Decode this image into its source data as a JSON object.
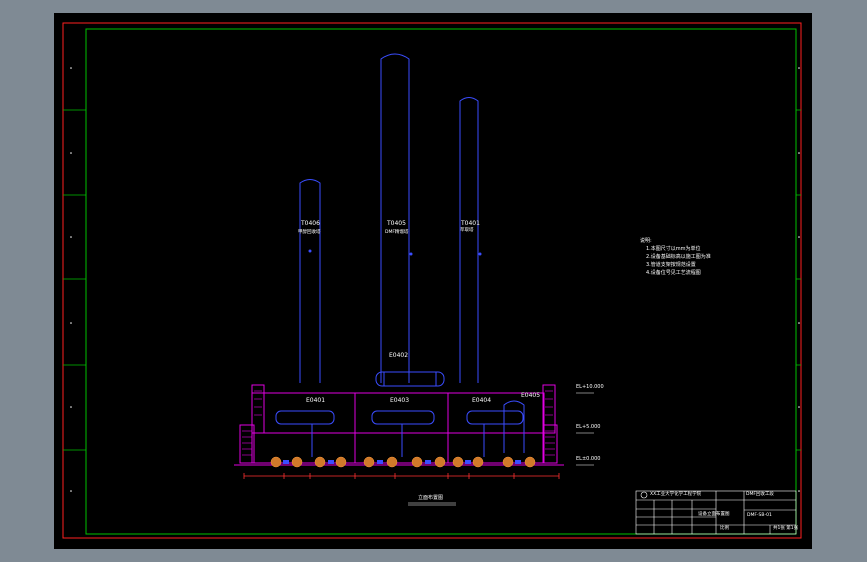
{
  "drawing": {
    "towers": [
      {
        "tag": "T0406",
        "desc": "甲醇回收塔"
      },
      {
        "tag": "T0405",
        "desc": "DMF精馏塔"
      },
      {
        "tag": "T0401",
        "desc": "萃取塔"
      }
    ],
    "equipment": [
      {
        "tag": "E0402"
      },
      {
        "tag": "E0401"
      },
      {
        "tag": "E0403"
      },
      {
        "tag": "E0404"
      },
      {
        "tag": "E0405"
      }
    ],
    "elevations": [
      "EL+10.000",
      "EL+5.000",
      "EL±0.000"
    ],
    "view_title": "立面布置图",
    "notes": [
      "说明:",
      "1.本图尺寸以mm为单位",
      "2.设备基础标高以施工图为准",
      "3.管道支架按规范设置",
      "4.设备位号见工艺流程图"
    ]
  },
  "title_block": {
    "school": "XX工业大学化学工程学院",
    "project": "DMF回收工段",
    "drawing_name": "设备立面布置图",
    "drawing_no": "DMF-SB-01",
    "scale": "比例",
    "sheet": "共1张 第1张"
  },
  "colors": {
    "background": "#000000",
    "outer_border": "#ff2020",
    "inner_border": "#00c000",
    "equipment": "#3a4dff",
    "structure": "#e100e1",
    "pump": "#d07a2a",
    "text": "#ffffff"
  }
}
